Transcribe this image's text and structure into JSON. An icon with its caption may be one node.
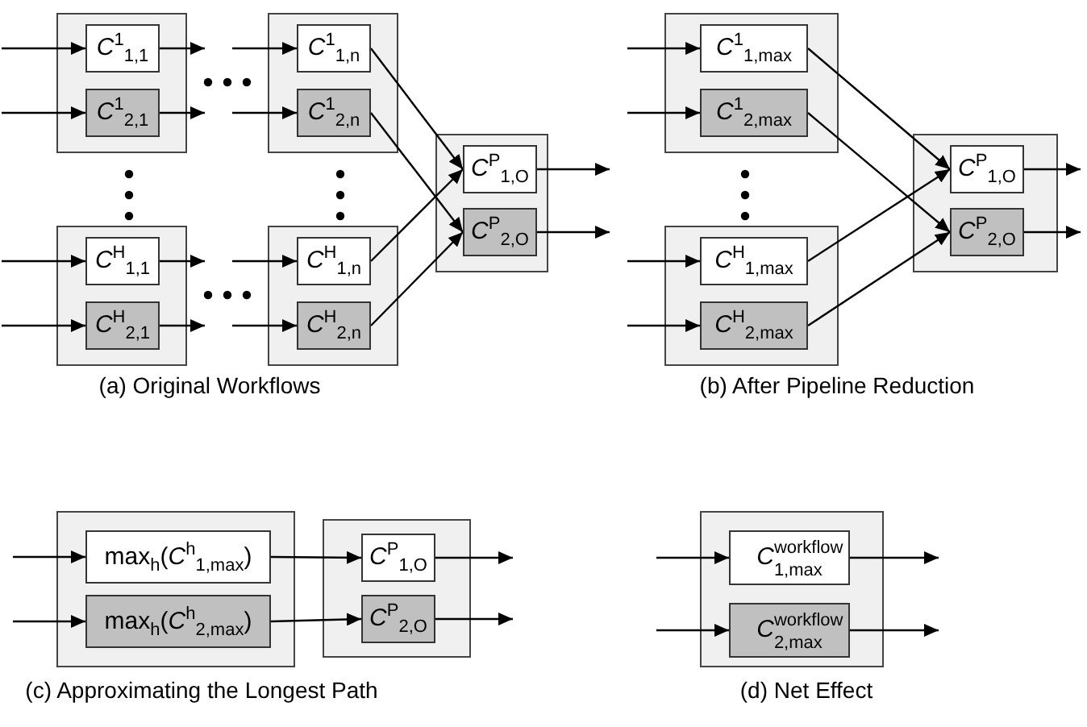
{
  "diagram": {
    "nodes": [
      {
        "text": [],
        "shape": "box"
      },
      {
        "text": [
          "*C*$^{1}$$_{1,1}$"
        ],
        "in": 0
      },
      {
        "text": [
          "*C*$^{1}$$_{2,1}$"
        ],
        "in": 0
      },
      {
        "text": [],
        "shape": "box"
      },
      {
        "text": [
          "*C*$^{1}$$_{1,n}$"
        ],
        "in": 3
      },
      {
        "text": [
          "*C*$^{1}$$_{2,n}$"
        ],
        "in": 3
      },
      {
        "text": [],
        "shape": "box"
      },
      {
        "text": [
          "*C*$^{H}$$_{1,1}$"
        ],
        "in": 6
      },
      {
        "text": [
          "*C*$^{H}$$_{2,1}$"
        ],
        "in": 6
      },
      {
        "text": [],
        "shape": "box"
      },
      {
        "text": [
          "*C*$^{H}$$_{1,n}$"
        ],
        "in": 9
      },
      {
        "text": [
          "*C*$^{H}$$_{2,n}$"
        ],
        "in": 9
      },
      {
        "text": [],
        "shape": "box"
      },
      {
        "text": [
          "*C*$^{P}$$_{1,O}$"
        ],
        "in": 12
      },
      {
        "text": [
          "*C*$^{P}$$_{2,O}$"
        ],
        "in": 12
      },
      {
        "text": [],
        "shape": "box"
      },
      {
        "text": [
          "*C*$^{1}$$_{1,max}$"
        ],
        "in": 15
      },
      {
        "text": [
          "*C*$^{1}$$_{2,max}$"
        ],
        "in": 15
      },
      {
        "text": [],
        "shape": "box"
      },
      {
        "text": [
          "*C*$^{H}$$_{1,max}$"
        ],
        "in": 18
      },
      {
        "text": [
          "*C*$^{H}$$_{2,max}$"
        ],
        "in": 18
      },
      {
        "text": [],
        "shape": "box"
      },
      {
        "text": [
          "*C*$^{P}$$_{1,O}$"
        ],
        "in": 21
      },
      {
        "text": [
          "*C*$^{P}$$_{2,O}$"
        ],
        "in": 21
      },
      {
        "text": [],
        "shape": "box"
      },
      {
        "text": [
          "max$_{h}$(*C*$^{h}$$_{1,max}$)"
        ],
        "in": 24
      },
      {
        "text": [
          "max$_{h}$(*C*$^{h}$$_{2,max}$)"
        ],
        "in": 24
      },
      {
        "text": [],
        "shape": "box"
      },
      {
        "text": [
          "*C*$^{P}$$_{1,O}$"
        ],
        "in": 27
      },
      {
        "text": [
          "*C*$^{P}$$_{2,O}$"
        ],
        "in": 27
      },
      {
        "text": [],
        "shape": "box"
      },
      {
        "text": [
          "*C*$^{workflow}$$_{1,max}$"
        ],
        "in": 30
      },
      {
        "text": [
          "*C*$^{workflow}$$_{2,max}$"
        ],
        "in": 30
      }
    ],
    "edges": [
      {
        "from": null,
        "to": 1,
        "arrow": "to"
      },
      {
        "from": null,
        "to": 2,
        "arrow": "to"
      },
      {
        "from": 1,
        "to": null,
        "arrow": "to"
      },
      {
        "from": 2,
        "to": null,
        "arrow": "to"
      },
      {
        "from": null,
        "to": 4,
        "arrow": "to"
      },
      {
        "from": null,
        "to": 5,
        "arrow": "to"
      },
      {
        "from": null,
        "to": 7,
        "arrow": "to"
      },
      {
        "from": null,
        "to": 8,
        "arrow": "to"
      },
      {
        "from": 7,
        "to": null,
        "arrow": "to"
      },
      {
        "from": 8,
        "to": null,
        "arrow": "to"
      },
      {
        "from": null,
        "to": 10,
        "arrow": "to"
      },
      {
        "from": null,
        "to": 11,
        "arrow": "to"
      },
      {
        "from": 4,
        "to": 13,
        "arrow": "to"
      },
      {
        "from": 5,
        "to": 14,
        "arrow": "to"
      },
      {
        "from": 10,
        "to": 13,
        "arrow": "to"
      },
      {
        "from": 11,
        "to": 14,
        "arrow": "to"
      },
      {
        "from": 13,
        "to": null,
        "arrow": "to"
      },
      {
        "from": 14,
        "to": null,
        "arrow": "to"
      },
      {
        "from": null,
        "to": 16,
        "arrow": "to"
      },
      {
        "from": null,
        "to": 17,
        "arrow": "to"
      },
      {
        "from": null,
        "to": 19,
        "arrow": "to"
      },
      {
        "from": null,
        "to": 20,
        "arrow": "to"
      },
      {
        "from": 16,
        "to": 22,
        "arrow": "to"
      },
      {
        "from": 17,
        "to": 23,
        "arrow": "to"
      },
      {
        "from": 19,
        "to": 22,
        "arrow": "to"
      },
      {
        "from": 20,
        "to": 23,
        "arrow": "to"
      },
      {
        "from": 22,
        "to": null,
        "arrow": "to"
      },
      {
        "from": 23,
        "to": null,
        "arrow": "to"
      },
      {
        "from": null,
        "to": 25,
        "arrow": "to"
      },
      {
        "from": null,
        "to": 26,
        "arrow": "to"
      },
      {
        "from": 25,
        "to": 28,
        "arrow": "to"
      },
      {
        "from": 26,
        "to": 29,
        "arrow": "to"
      },
      {
        "from": 28,
        "to": null,
        "arrow": "to"
      },
      {
        "from": 29,
        "to": null,
        "arrow": "to"
      },
      {
        "from": null,
        "to": 31,
        "arrow": "to"
      },
      {
        "from": null,
        "to": 32,
        "arrow": "to"
      },
      {
        "from": 31,
        "to": null,
        "arrow": "to"
      },
      {
        "from": 32,
        "to": null,
        "arrow": "to"
      }
    ],
    "labels": [
      "(a) Original Workflows",
      "(b) After Pipeline Reduction",
      "(c) Approximating the Longest Path",
      "(d) Net Effect"
    ]
  }
}
